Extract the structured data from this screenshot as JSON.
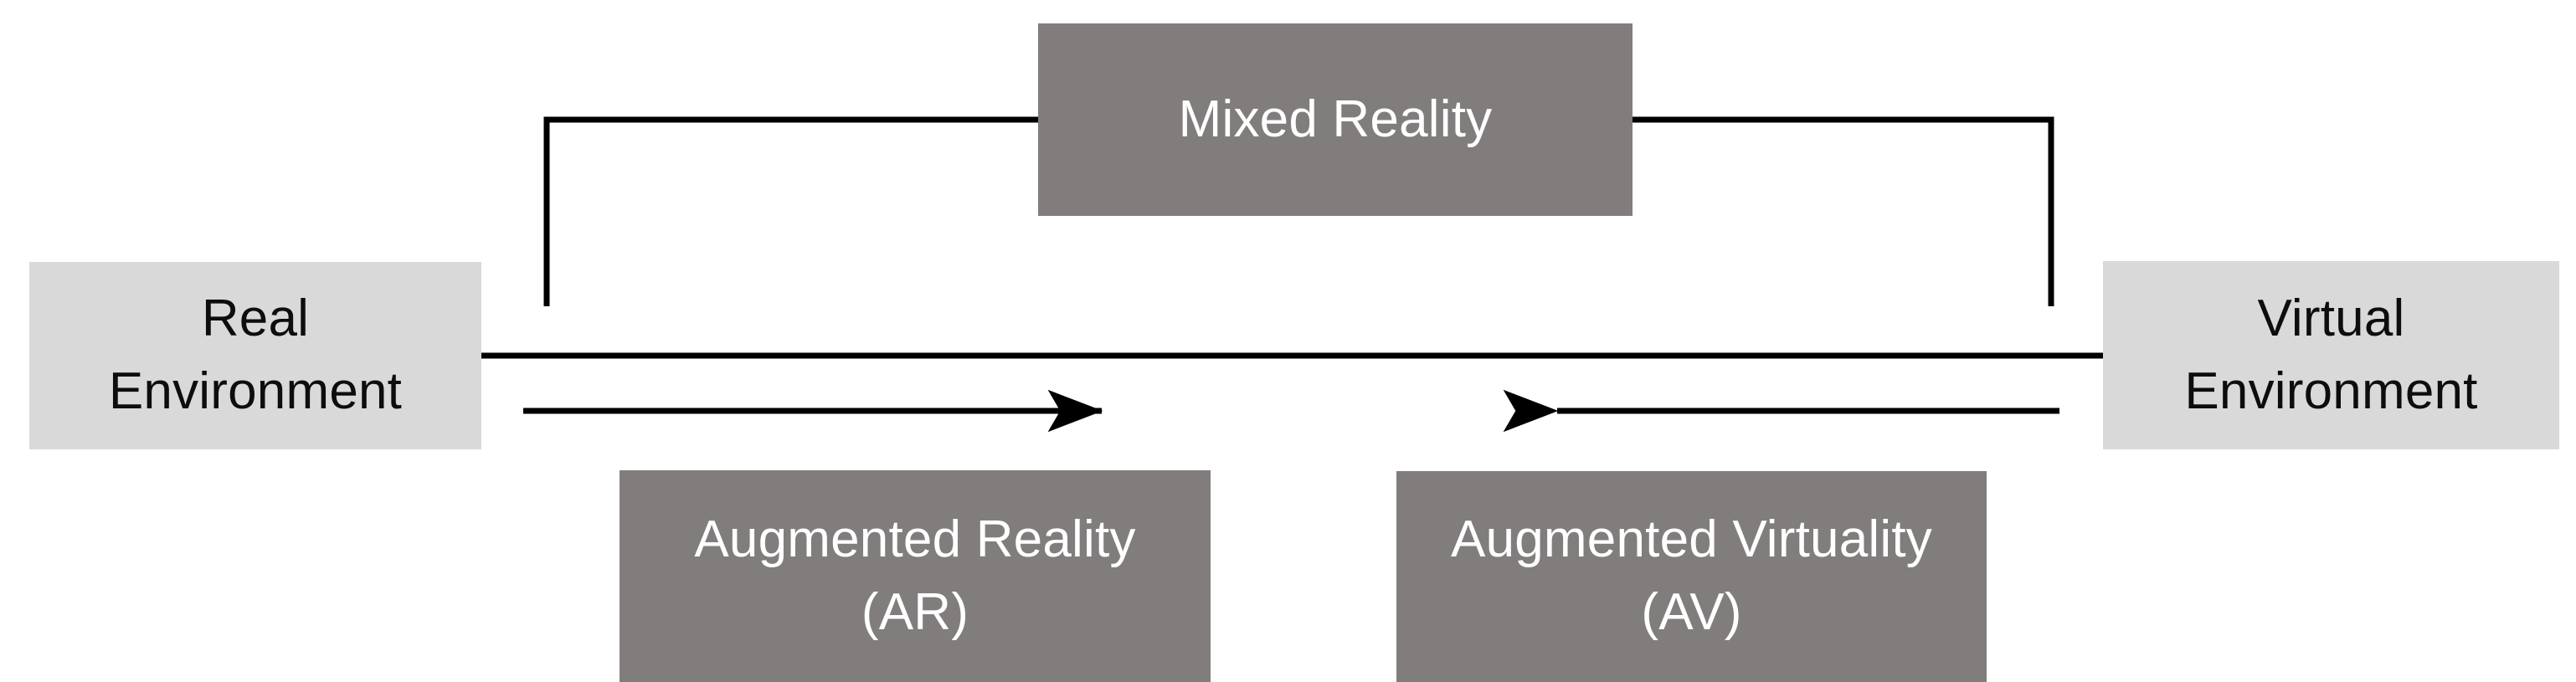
{
  "diagram": {
    "type": "reality-virtuality-continuum",
    "background_color": "#ffffff",
    "palette": {
      "light_box_fill": "#d9d9d9",
      "light_box_text": "#0d0d0d",
      "dark_box_fill": "#827d7d",
      "dark_box_text": "#ffffff",
      "line_color": "#000000"
    },
    "nodes": {
      "real_environment": {
        "label": "Real\nEnvironment",
        "style": "light",
        "role": "continuum-endpoint-left"
      },
      "virtual_environment": {
        "label": "Virtual\nEnvironment",
        "style": "light",
        "role": "continuum-endpoint-right"
      },
      "mixed_reality": {
        "label": "Mixed Reality",
        "style": "dark",
        "role": "continuum-span-label"
      },
      "augmented_reality": {
        "label": "Augmented Reality\n(AR)",
        "style": "dark",
        "role": "continuum-region-left"
      },
      "augmented_virtuality": {
        "label": "Augmented Virtuality\n(AV)",
        "style": "dark",
        "role": "continuum-region-right"
      }
    },
    "connectors": {
      "mixed_reality_bracket_left": "elbow from Mixed Reality left edge down toward continuum axis",
      "mixed_reality_bracket_right": "elbow from Mixed Reality right edge down toward continuum axis",
      "continuum_axis": "horizontal line from Real Environment to Virtual Environment",
      "arrow_left": "arrow pointing right, labelled by Augmented Reality (AR)",
      "arrow_right": "arrow pointing left, labelled by Augmented Virtuality (AV)"
    }
  }
}
